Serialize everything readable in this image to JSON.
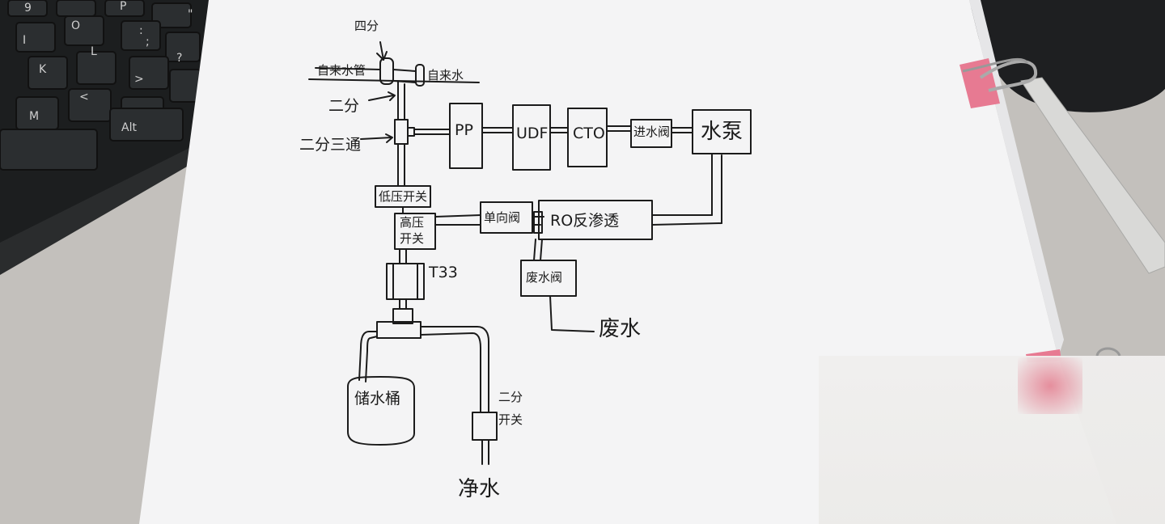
{
  "photo": {
    "keyboard_keys": [
      "9",
      "O",
      "P",
      "\"",
      "I",
      "K",
      "L",
      ":",
      ";",
      "?",
      "M",
      "<",
      ">",
      "Alt"
    ],
    "colors": {
      "paper": "#f4f4f5",
      "desk": "#c3c0bc",
      "keyboard": "#1c1e1f",
      "ink": "#1b1b1b",
      "clip": "#e77a92"
    }
  },
  "diagram": {
    "top": {
      "label_sifen": "四分",
      "tap_pipe": "自来水管",
      "tap_water": "自来水",
      "label_erfen": "二分"
    },
    "tee": {
      "label": "二分三通"
    },
    "filters": [
      {
        "id": "pp",
        "label": "PP"
      },
      {
        "id": "udf",
        "label": "UDF"
      },
      {
        "id": "cto",
        "label": "CTO"
      },
      {
        "id": "inlet-valve",
        "label": "进水阀"
      },
      {
        "id": "pump",
        "label": "水泵"
      }
    ],
    "low_pressure_switch": "低压开关",
    "high_pressure_switch": {
      "line1": "高压",
      "line2": "开关"
    },
    "check_valve": "单向阀",
    "ro_membrane": "RO反渗透",
    "waste_valve": "废水阀",
    "waste_water": "废水",
    "t33": "T33",
    "storage_tank": "储水桶",
    "erfen_switch": {
      "line1": "二分",
      "line2": "开关"
    },
    "pure_water": "净水"
  }
}
